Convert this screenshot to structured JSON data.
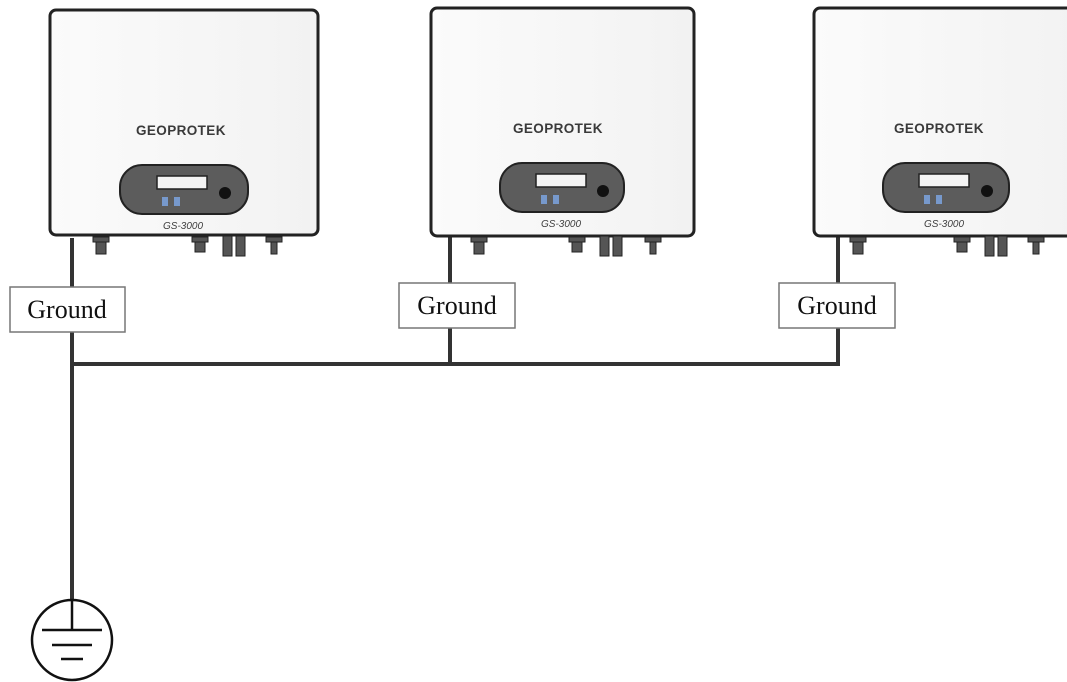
{
  "inverters": [
    {
      "brand": "GEOPROTEK",
      "model": "GS-3000",
      "ground_label": "Ground"
    },
    {
      "brand": "GEOPROTEK",
      "model": "GS-3000",
      "ground_label": "Ground"
    },
    {
      "brand": "GEOPROTEK",
      "model": "GS-3000",
      "ground_label": "Ground"
    }
  ],
  "colors": {
    "line": "#333333",
    "panel": "#5c5c5c",
    "led": "#7799cc"
  },
  "icons": {
    "earth": "earth-ground-icon"
  }
}
